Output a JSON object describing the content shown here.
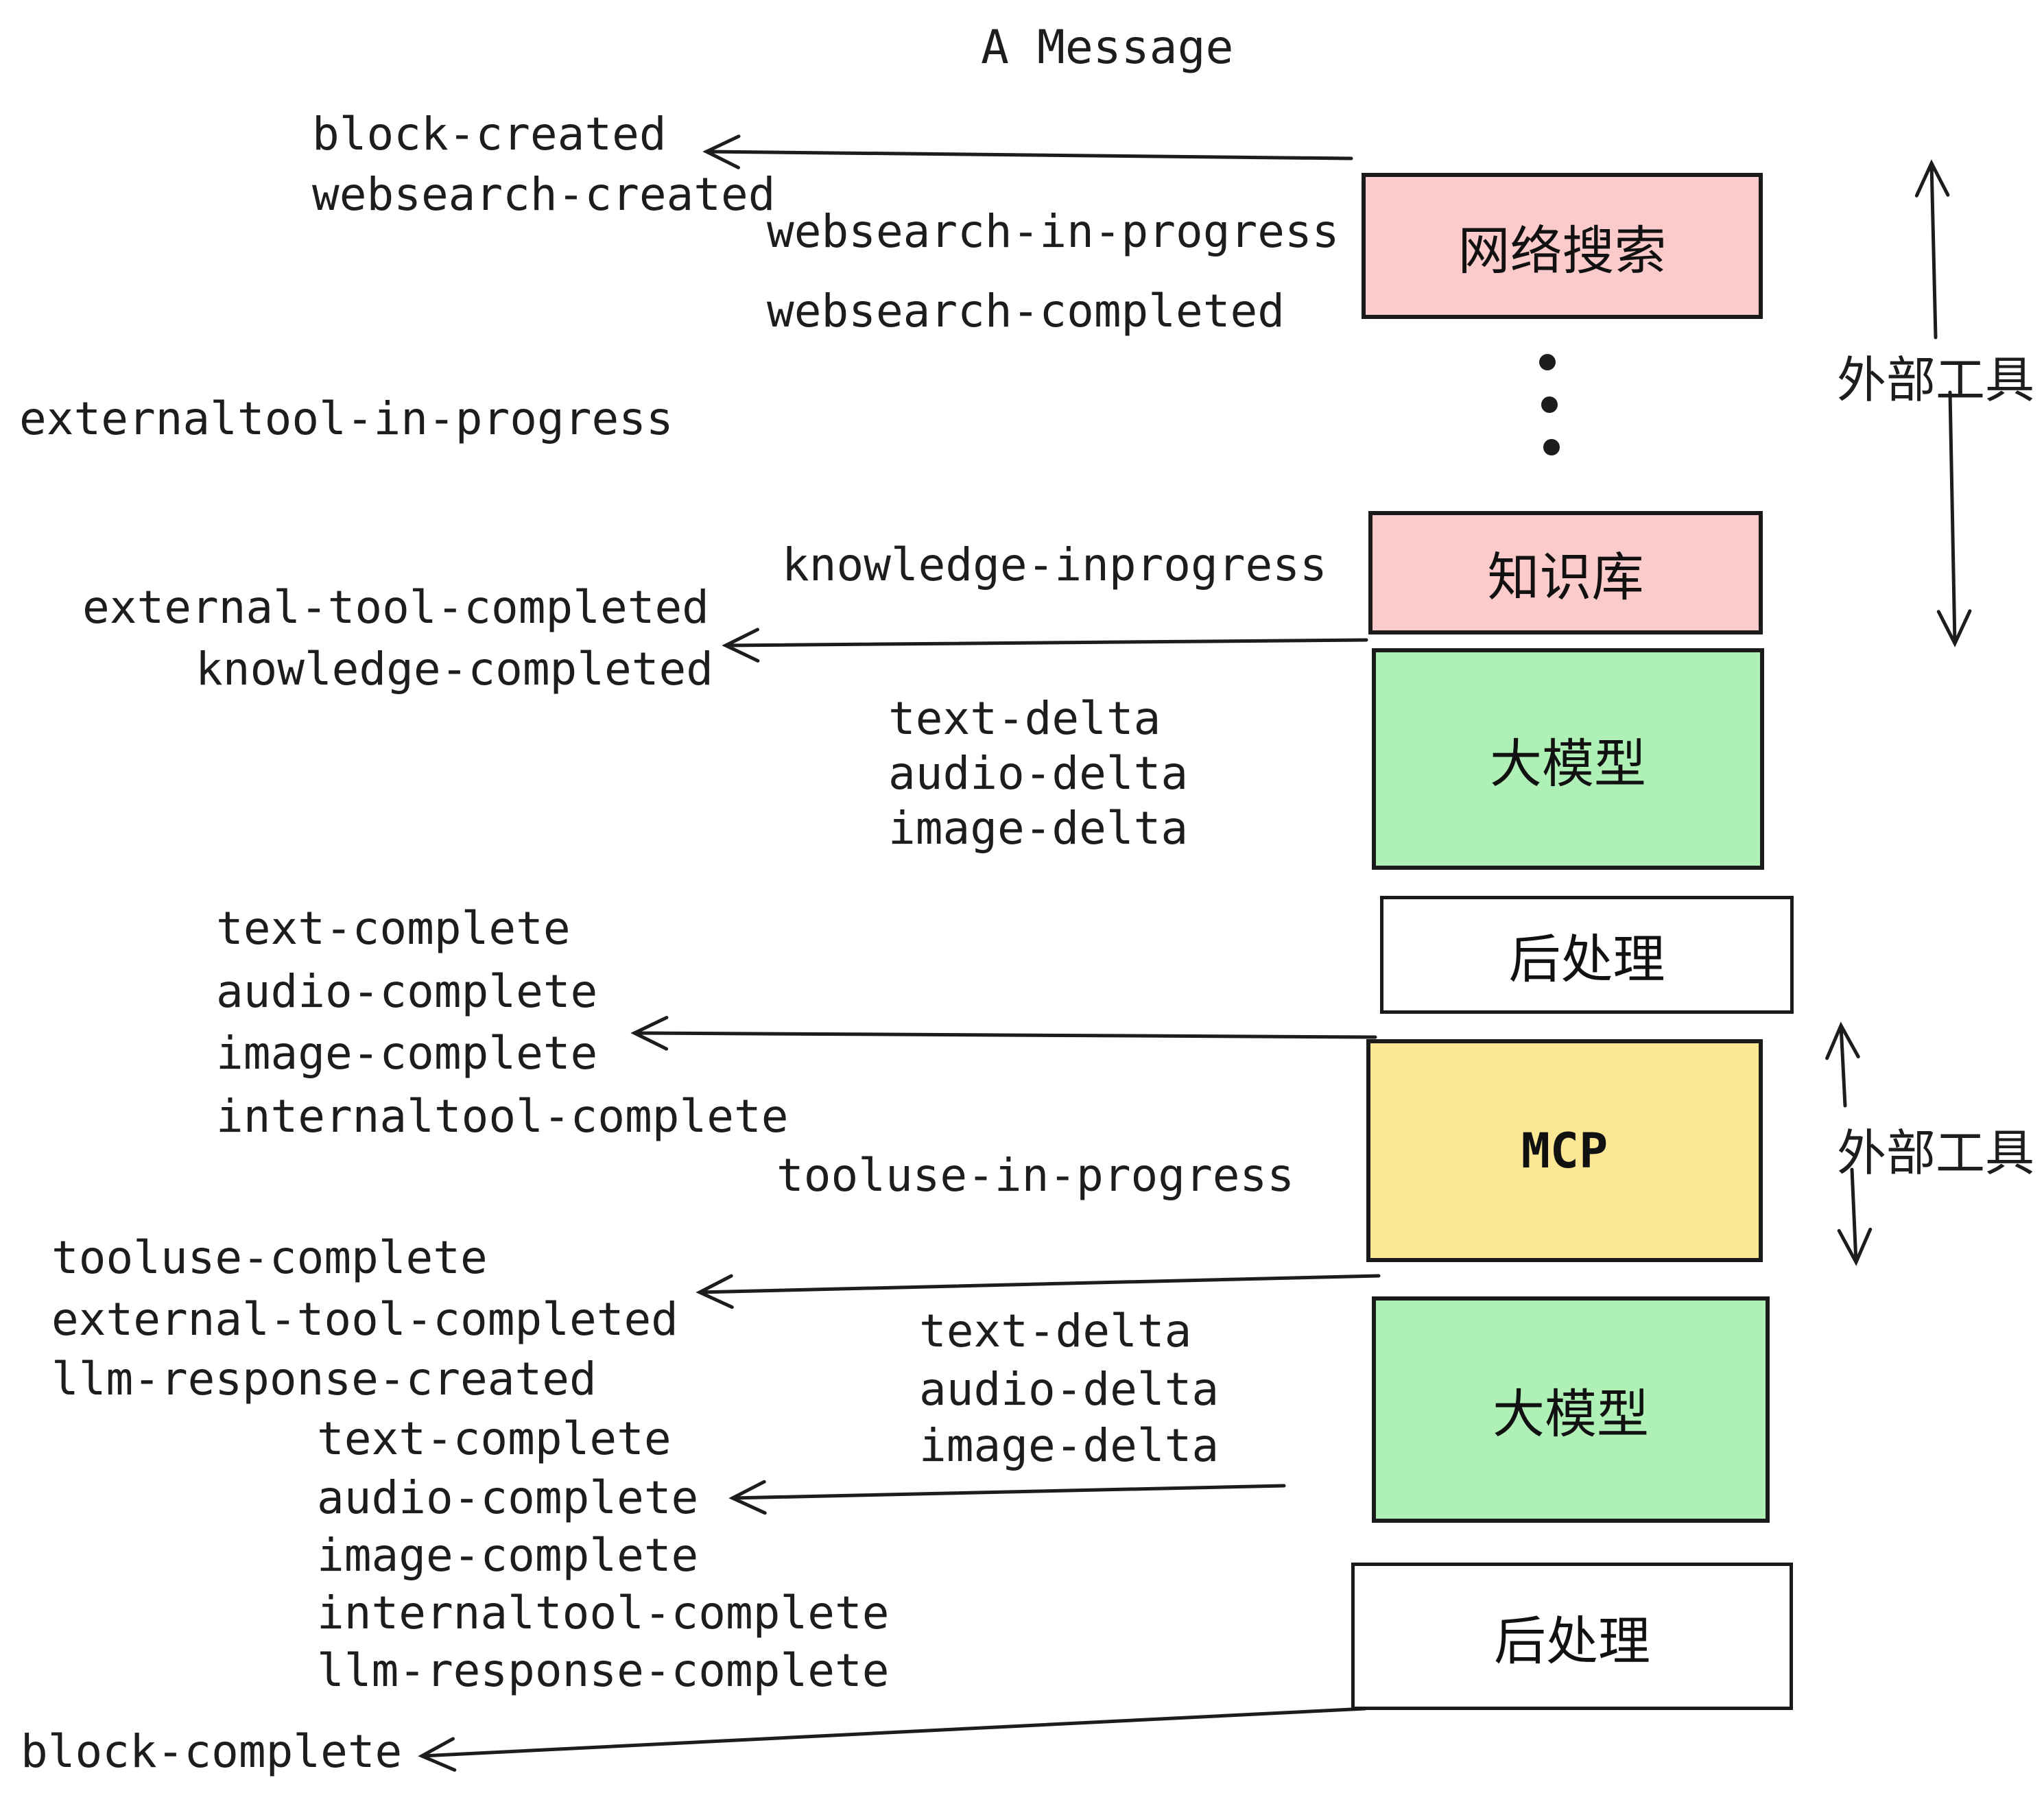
{
  "diagram_title": "A Message",
  "colors": {
    "pink": "#FBCACA",
    "green": "#AEF0B5",
    "yellow": "#FBE794",
    "white": "#FFFFFF",
    "box_border": "#1A1A1A",
    "line": "#1D1D1D",
    "text": "#1D1D1D",
    "background": "#FFFFFF"
  },
  "boxes": {
    "websearch": {
      "label": "网络搜索",
      "fill": "pink"
    },
    "knowledge": {
      "label": "知识库",
      "fill": "pink"
    },
    "llm_1": {
      "label": "大模型",
      "fill": "green"
    },
    "post_1": {
      "label": "后处理",
      "fill": "white"
    },
    "mcp": {
      "label": "MCP",
      "fill": "yellow"
    },
    "llm_2": {
      "label": "大模型",
      "fill": "green"
    },
    "post_2": {
      "label": "后处理",
      "fill": "white"
    }
  },
  "side_labels": {
    "external_tools_top": "外部工具",
    "external_tools_bottom": "外部工具"
  },
  "icons": {
    "left_arrow": "left-arrow",
    "up_arrow": "up-arrow",
    "down_arrow": "down-arrow",
    "vertical_ellipsis": "vertical-ellipsis-dots"
  },
  "events": {
    "block_created": "block-created",
    "websearch_created": "websearch-created",
    "websearch_in_progress": "websearch-in-progress",
    "websearch_completed": "websearch-completed",
    "externaltool_in_progress": "externaltool-in-progress",
    "external_tool_completed_1": "external-tool-completed",
    "knowledge_completed": "knowledge-completed",
    "knowledge_inprogress": "knowledge-inprogress",
    "text_delta_1": "text-delta",
    "audio_delta_1": "audio-delta",
    "image_delta_1": "image-delta",
    "text_complete_1": "text-complete",
    "audio_complete_1": "audio-complete",
    "image_complete_1": "image-complete",
    "internaltool_complete_1": "internaltool-complete",
    "tooluse_in_progress": "tooluse-in-progress",
    "tooluse_complete": "tooluse-complete",
    "external_tool_completed_2": "external-tool-completed",
    "llm_response_created": "llm-response-created",
    "text_delta_2": "text-delta",
    "audio_delta_2": "audio-delta",
    "image_delta_2": "image-delta",
    "text_complete_2": "text-complete",
    "audio_complete_2": "audio-complete",
    "image_complete_2": "image-complete",
    "internaltool_complete_2": "internaltool-complete",
    "llm_response_complete": "llm-response-complete",
    "block_complete": "block-complete"
  }
}
